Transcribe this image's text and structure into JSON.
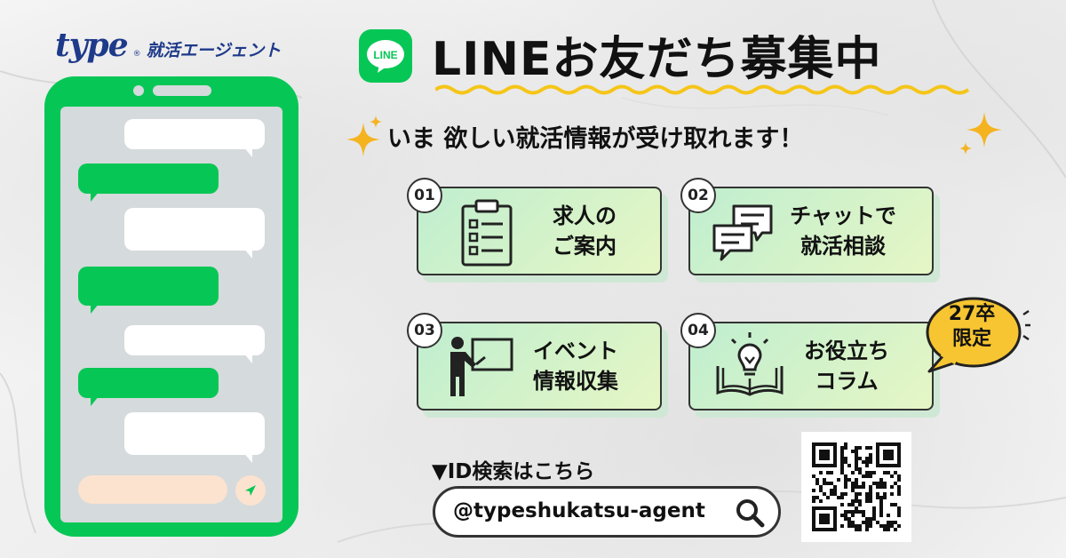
{
  "logo": {
    "brand": "type",
    "reg": "®",
    "sub": "就活エージェント"
  },
  "header": {
    "line_icon_text": "LINE",
    "title": "LINEお友だち募集中",
    "subtitle": "いま 欲しい就活情報が受け取れます！"
  },
  "cards": [
    {
      "num": "01",
      "line1": "求人の",
      "line2": "ご案内",
      "icon": "clipboard-checklist-icon"
    },
    {
      "num": "02",
      "line1": "チャットで",
      "line2": "就活相談",
      "icon": "chat-bubbles-icon"
    },
    {
      "num": "03",
      "line1": "イベント",
      "line2": "情報収集",
      "icon": "presenter-board-icon"
    },
    {
      "num": "04",
      "line1": "お役立ち",
      "line2": "コラム",
      "icon": "lightbulb-book-icon"
    }
  ],
  "badge": {
    "line1": "27卒",
    "line2": "限定"
  },
  "search": {
    "label": "▼ID検索はこちら",
    "id": "@typeshukatsu-agent",
    "icon": "search-icon"
  },
  "qr": {
    "icon": "qr-code-icon"
  },
  "colors": {
    "line_green": "#06c755",
    "navy": "#1e3a8a",
    "wave_yellow": "#f5c518",
    "badge_yellow": "#f7c531"
  }
}
